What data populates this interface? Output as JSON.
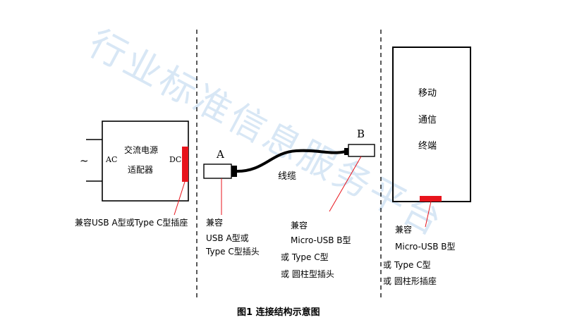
{
  "watermark": "行业标准信息服务平台",
  "adapter": {
    "line1": "交流电源",
    "line2": "适配器",
    "ac": "AC",
    "dc": "DC",
    "tilde": "~"
  },
  "plug_a": {
    "letter": "A"
  },
  "plug_b": {
    "letter": "B"
  },
  "cable": {
    "label": "线缆"
  },
  "device": {
    "line1": "移动",
    "line2": "通信",
    "line3": "终端"
  },
  "notes": {
    "adapter_socket": "兼容USB A型或Type C型插座",
    "plug_a": [
      "兼容",
      "USB A型或",
      "Type C型插头"
    ],
    "plug_b": [
      "兼容",
      "Micro-USB B型",
      "或 Type C型",
      "或  圆柱型插头"
    ],
    "device_socket": [
      "兼容",
      "Micro-USB B型",
      "或 Type C型",
      "或  圆柱形插座"
    ]
  },
  "caption": "图1  连接结构示意图",
  "colors": {
    "connector_red": "#e8141c",
    "line": "#000000",
    "pointer": "#e8141c"
  }
}
